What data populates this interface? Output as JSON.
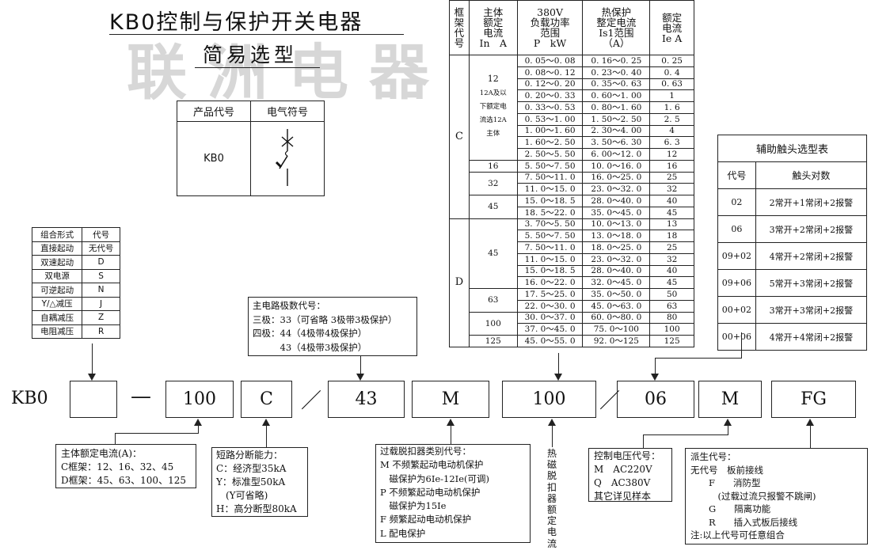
{
  "title": {
    "main": "KB0控制与保护开关电器",
    "watermark": "联洲电器",
    "subtitle": "简易选型"
  },
  "product_table": {
    "header_code": "产品代号",
    "header_symbol": "电气符号",
    "code": "KB0",
    "symbol_icon": "switch-symbol-icon"
  },
  "combination_table": {
    "headers": [
      "组合形式",
      "代号"
    ],
    "rows": [
      [
        "直接起动",
        "无代号"
      ],
      [
        "双速起动",
        "D"
      ],
      [
        "双电源",
        "S"
      ],
      [
        "可逆起动",
        "N"
      ],
      [
        "Y/△减压",
        "J"
      ],
      [
        "自耦减压",
        "Z"
      ],
      [
        "电阻减压",
        "R"
      ]
    ]
  },
  "spec_table": {
    "headers": [
      "框\n架\n代\n号",
      "主体\n额定\n电流\nIn　A",
      "380V\n负载功率\n范围\nP　kW",
      "热保护\n整定电流\nIs1范围\n（A）",
      "额定\n电流\nIe A"
    ],
    "c_frame": "C",
    "d_frame": "D",
    "c12_label": "12",
    "c12_note": "12A及以下额定电流选12A主体",
    "groups": [
      {
        "frame": "C",
        "current": "12",
        "rows": [
          [
            "0. 05～0. 08",
            "0. 16～0. 25",
            "0. 25"
          ],
          [
            "0. 08～0. 12",
            "0. 23～0. 40",
            "0. 4"
          ],
          [
            "0. 12～0. 20",
            "0. 35～0. 63",
            "0. 63"
          ],
          [
            "0. 20～0. 33",
            "0. 60～1. 00",
            "1"
          ],
          [
            "0. 33～0. 53",
            "0. 80～1. 60",
            "1. 6"
          ],
          [
            "0. 53～1. 00",
            "1. 50～2. 50",
            "2. 5"
          ],
          [
            "1. 00～1. 60",
            "2. 30～4. 00",
            "4"
          ],
          [
            "1. 60～2. 50",
            "3. 50～6. 30",
            "6. 3"
          ],
          [
            "2. 50～5. 50",
            "6. 00～12. 0",
            "12"
          ]
        ]
      },
      {
        "frame": "C",
        "current": "16",
        "rows": [
          [
            "5. 50～7. 50",
            "10. 0～16. 0",
            "16"
          ]
        ]
      },
      {
        "frame": "C",
        "current": "32",
        "rows": [
          [
            "7. 50～11. 0",
            "16. 0～25. 0",
            "25"
          ],
          [
            "11. 0～15. 0",
            "23. 0～32. 0",
            "32"
          ]
        ]
      },
      {
        "frame": "C",
        "current": "45",
        "rows": [
          [
            "15. 0～18. 5",
            "28. 0～40. 0",
            "40"
          ],
          [
            "18. 5～22. 0",
            "35. 0～45. 0",
            "45"
          ]
        ]
      },
      {
        "frame": "D",
        "current": "45",
        "rows": [
          [
            "3. 70～5. 50",
            "10. 0～13. 0",
            "13"
          ],
          [
            "5. 50～7. 50",
            "13. 0～18. 0",
            "18"
          ],
          [
            "7. 50～11. 0",
            "18. 0～25. 0",
            "25"
          ],
          [
            "11. 0～15. 0",
            "23. 0～32. 0",
            "32"
          ],
          [
            "15. 0～18. 5",
            "28. 0～40. 0",
            "40"
          ],
          [
            "16. 0～22. 0",
            "32. 0～45. 0",
            "45"
          ]
        ]
      },
      {
        "frame": "D",
        "current": "63",
        "rows": [
          [
            "17. 5～25. 0",
            "35. 0～50. 0",
            "50"
          ],
          [
            "22. 0～30. 0",
            "45. 0～63. 0",
            "63"
          ]
        ]
      },
      {
        "frame": "D",
        "current": "100",
        "rows": [
          [
            "30. 0～37. 0",
            "60. 0～80. 0",
            "80"
          ],
          [
            "37. 0～45. 0",
            "75. 0～100",
            "100"
          ]
        ]
      },
      {
        "frame": "D",
        "current": "125",
        "rows": [
          [
            "45. 0～55. 0",
            "92. 0～125",
            "125"
          ]
        ]
      }
    ]
  },
  "aux_table": {
    "title": "辅助触头选型表",
    "headers": [
      "代号",
      "触头对数"
    ],
    "rows": [
      [
        "02",
        "2常开+1常闭+2报警"
      ],
      [
        "06",
        "3常开+2常闭+2报警"
      ],
      [
        "09+02",
        "4常开+2常闭+2报警"
      ],
      [
        "09+06",
        "5常开+3常闭+2报警"
      ],
      [
        "00+02",
        "3常开+3常闭+2报警"
      ],
      [
        "00+06",
        "4常开+4常闭+2报警"
      ]
    ]
  },
  "poles_box": {
    "lines": [
      "主电路极数代号：",
      "三极：33（可省略 3极带3极保护）",
      "四极：44（4极带4极保护）",
      "　　　43（4极带3极保护）"
    ]
  },
  "code_row": {
    "prefix": "KB0",
    "dash": "—",
    "slash": "／",
    "boxes": [
      "",
      "100",
      "C",
      "43",
      "M",
      "100",
      "06",
      "M",
      "FG"
    ]
  },
  "rated_current_box": {
    "lines": [
      "主体额定电流(A)：",
      "C框架：12、16、32、45",
      "D框架：45、63、100、125"
    ]
  },
  "short_circuit_box": {
    "lines": [
      "短路分断能力：",
      "C：经济型35kA",
      "Y：标准型50kA",
      "　(Y可省略)",
      "H：高分断型80kA"
    ]
  },
  "trip_box": {
    "lines": [
      "过载脱扣器类别代号：",
      "M 不频繁起动电动机保护",
      "　磁保护为6Ie-12Ie(可调)",
      "P 不频繁起动电动机保护",
      "　磁保护为15Ie",
      "F 频繁起动电动机保护",
      "L 配电保护"
    ]
  },
  "vertical_label": "热磁脱扣器额定电流",
  "control_box": {
    "lines": [
      "控制电压代号：",
      "M　AC220V",
      "Q　AC380V",
      "其它详见样本"
    ]
  },
  "derivative_box": {
    "lines": [
      "派生代号：",
      "无代号　板前接线",
      "　　F　　消防型",
      "　　　(过载过流只报警不跳闸)",
      "　　G　　隔离功能",
      "　　R　　插入式板后接线",
      "注:以上代号可任意组合"
    ]
  }
}
